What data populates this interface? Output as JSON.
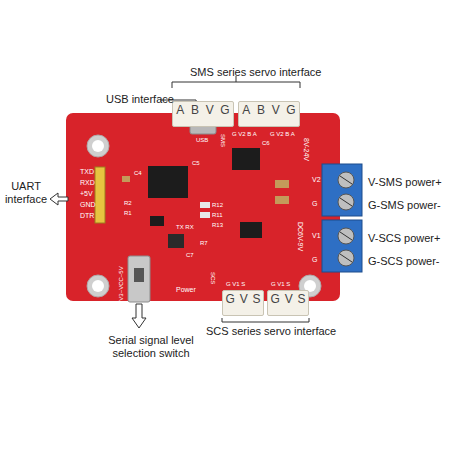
{
  "diagram": {
    "nodes": [
      {
        "text": [
          "A",
          "B",
          "V",
          "G"
        ]
      },
      {
        "text": [
          "A",
          "B",
          "V",
          "G"
        ]
      },
      {
        "text": [
          "G",
          "V",
          "S"
        ]
      },
      {
        "text": [
          "G",
          "V",
          "S"
        ]
      }
    ],
    "labels": [
      "USB interface",
      "SMS series servo interface",
      "UART interface",
      "V-SMS power+",
      "G-SMS power-",
      "V-SCS power+",
      "G-SCS power-",
      "SCS series servo interface",
      "Serial signal level selection switch",
      "TXD",
      "RXD",
      "+5V",
      "GND",
      "DTR",
      "USB",
      "SMS",
      "G V2 B A",
      "G V2 B A",
      "8V-24V",
      "V2",
      "G",
      "V1",
      "G",
      "DC6V-9V",
      "SCS",
      "G V1 S",
      "G V1 S",
      "3V3~VCC~5V",
      "Power",
      "TX RX",
      "C4",
      "C5",
      "C6",
      "R2",
      "R1",
      "R12",
      "R11",
      "R13",
      "R7",
      "C7"
    ]
  }
}
